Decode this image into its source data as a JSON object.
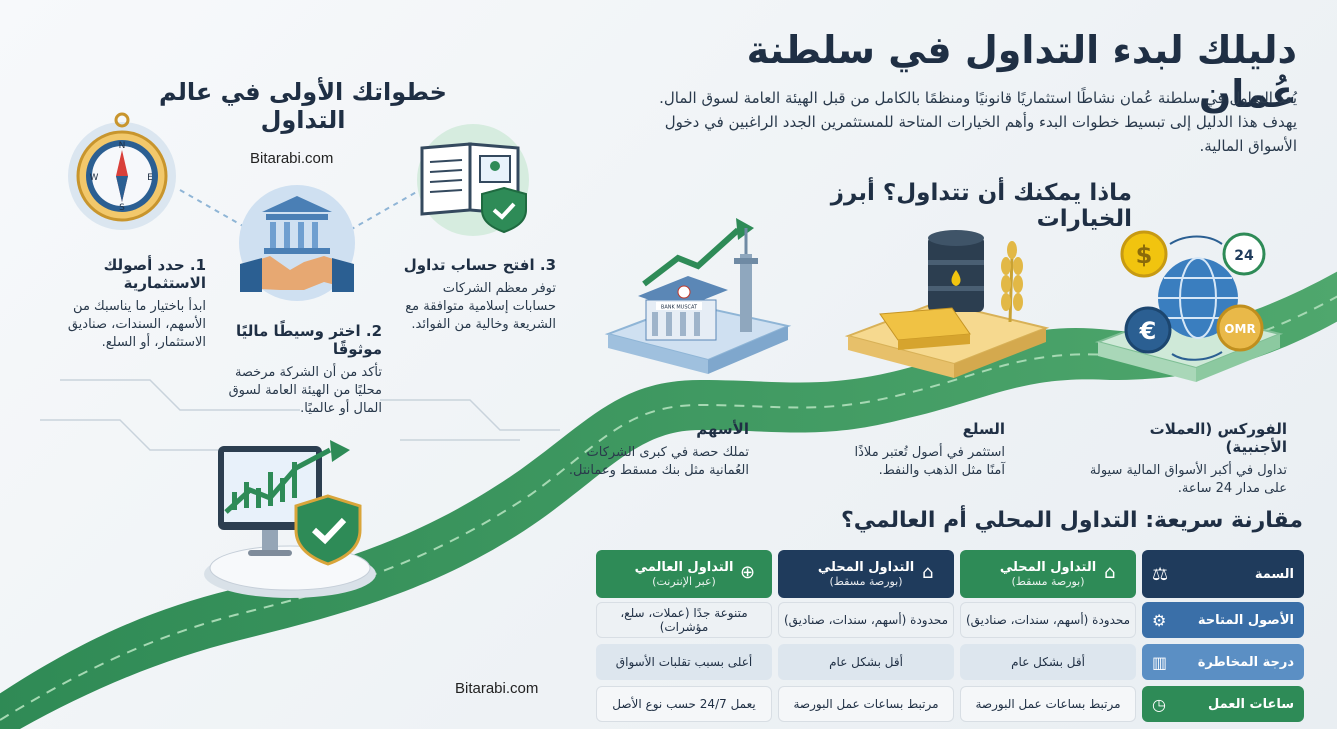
{
  "header": {
    "title": "دليلك لبدء التداول في سلطنة عُمان",
    "intro": "يُعد التداول في سلطنة عُمان نشاطًا استثماريًا قانونيًا ومنظمًا بالكامل من قبل الهيئة العامة لسوق المال. يهدف هذا الدليل إلى تبسيط خطوات البدء وأهم الخيارات المتاحة للمستثمرين الجدد الراغبين في دخول الأسواق المالية."
  },
  "steps": {
    "title": "خطواتك الأولى في عالم التداول",
    "items": [
      {
        "title": "1. حدد أصولك الاستثمارية",
        "desc": "ابدأ باختيار ما يناسبك من الأسهم، السندات، صناديق الاستثمار، أو السلع."
      },
      {
        "title": "2. اختر وسيطًا ماليًا موثوقًا",
        "desc": "تأكد من أن الشركة مرخصة محليًا من الهيئة العامة لسوق المال أو عالميًا."
      },
      {
        "title": "3. افتح حساب تداول",
        "desc": "توفر معظم الشركات حسابات إسلامية متوافقة مع الشريعة وخالية من الفوائد."
      }
    ]
  },
  "watermark": "Bitarabi.com",
  "options": {
    "title": "ماذا يمكنك أن تتداول؟ أبرز الخيارات",
    "items": [
      {
        "title": "الفوركس (العملات الأجنبية)",
        "desc": "تداول في أكبر الأسواق المالية سيولة على مدار 24 ساعة."
      },
      {
        "title": "السلع",
        "desc": "استثمر في أصول تُعتبر ملاذًا آمنًا مثل الذهب والنفط."
      },
      {
        "title": "الأسهم",
        "desc": "تملك حصة في كبرى الشركات العُمانية مثل بنك مسقط وعمانتل."
      }
    ],
    "forex_icon_labels": {
      "dollar": "$",
      "euro": "€",
      "hours": "24",
      "omr": "OMR"
    },
    "bank_sign": "BANK MUSCAT"
  },
  "compare": {
    "title": "مقارنة سريعة: التداول المحلي أم العالمي؟",
    "headers": [
      {
        "label": "السمة",
        "sub": ""
      },
      {
        "label": "التداول المحلي",
        "sub": "(بورصة مسقط)"
      },
      {
        "label": "التداول المحلي",
        "sub": "(بورصة مسقط)"
      },
      {
        "label": "التداول العالمي",
        "sub": "(عبر الإنترنت)"
      }
    ],
    "rows": [
      {
        "label": "الأصول المتاحة",
        "cells": [
          "محدودة (أسهم، سندات، صناديق)",
          "محدودة (أسهم، سندات، صناديق)",
          "متنوعة جدًا (عملات، سلع، مؤشرات)"
        ]
      },
      {
        "label": "درجة المخاطرة",
        "cells": [
          "أقل بشكل عام",
          "أقل بشكل عام",
          "أعلى بسبب تقلبات الأسواق"
        ]
      },
      {
        "label": "ساعات العمل",
        "cells": [
          "مرتبط بساعات عمل البورصة",
          "مرتبط بساعات عمل البورصة",
          "يعمل 24/7 حسب نوع الأصل"
        ]
      }
    ]
  },
  "colors": {
    "green": "#2e8b57",
    "navy": "#1f3b5c",
    "blue": "#3a6fa8"
  }
}
